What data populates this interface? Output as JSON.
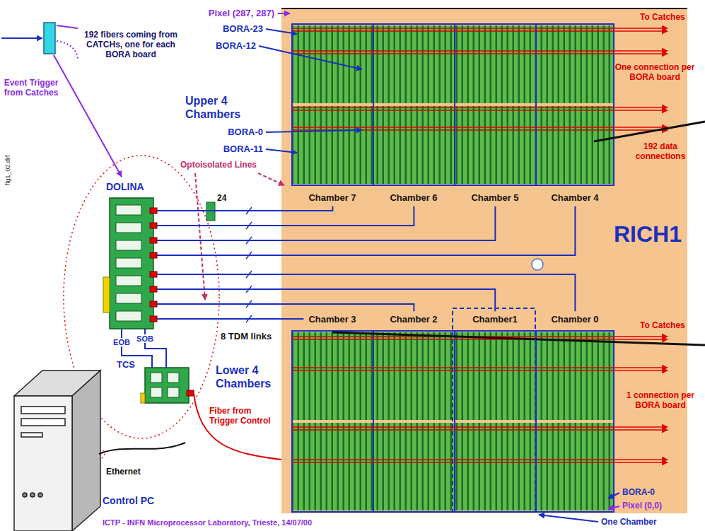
{
  "diagram": {
    "nodes": [
      {
        "text": [
          "RICH1"
        ]
      },
      {
        "text": [
          "Chamber 7"
        ],
        "in": 0
      },
      {
        "text": [
          "Chamber 6"
        ],
        "in": 0
      },
      {
        "text": [
          "Chamber 5"
        ],
        "in": 0
      },
      {
        "text": [
          "Chamber 4"
        ],
        "in": 0
      },
      {
        "text": [
          "Chamber 3"
        ],
        "in": 0
      },
      {
        "text": [
          "Chamber 2"
        ],
        "in": 0
      },
      {
        "text": [
          "Chamber1"
        ],
        "in": 0
      },
      {
        "text": [
          "Chamber 0"
        ],
        "in": 0
      },
      {
        "text": [
          "DOLINA"
        ]
      },
      {
        "text": [
          "TCS"
        ]
      }
    ],
    "edges": [
      {
        "from": 9,
        "to": 1,
        "arrow": "none"
      },
      {
        "from": 9,
        "to": 2,
        "arrow": "none"
      },
      {
        "from": 9,
        "to": 3,
        "arrow": "none"
      },
      {
        "from": 9,
        "to": 4,
        "arrow": "none"
      },
      {
        "from": 9,
        "to": 8,
        "arrow": "none"
      },
      {
        "from": 9,
        "to": 7,
        "arrow": "none"
      },
      {
        "from": 9,
        "to": 6,
        "arrow": "none"
      },
      {
        "from": 9,
        "to": 5,
        "arrow": "none"
      },
      {
        "from": 10,
        "to": 9,
        "label": "EOB",
        "arrow": "none"
      },
      {
        "from": 10,
        "to": 9,
        "label": "SOB",
        "arrow": "none"
      }
    ],
    "labels": [
      "Pixel (287, 287)",
      "BORA-23",
      "BORA-12",
      "192 fibers coming from CATCHs, one for each BORA board",
      "Event Trigger from Catches",
      "fig1_02.drf",
      "Upper 4 Chambers",
      "BORA-0",
      "BORA-11",
      "Optoisolated Lines",
      "24",
      "To Catches",
      "One connection per BORA board",
      "192 data connections",
      "To Catches",
      "8 TDM links",
      "Lower 4 Chambers",
      "Fiber from Trigger Control",
      "1 connection per BORA board",
      "Ethernet",
      "Control PC",
      "BORA-0",
      "Pixel (0,0)",
      "One Chamber",
      "ICTP - INFN Microprocessor Laboratory, Trieste, 14/07/00"
    ]
  }
}
